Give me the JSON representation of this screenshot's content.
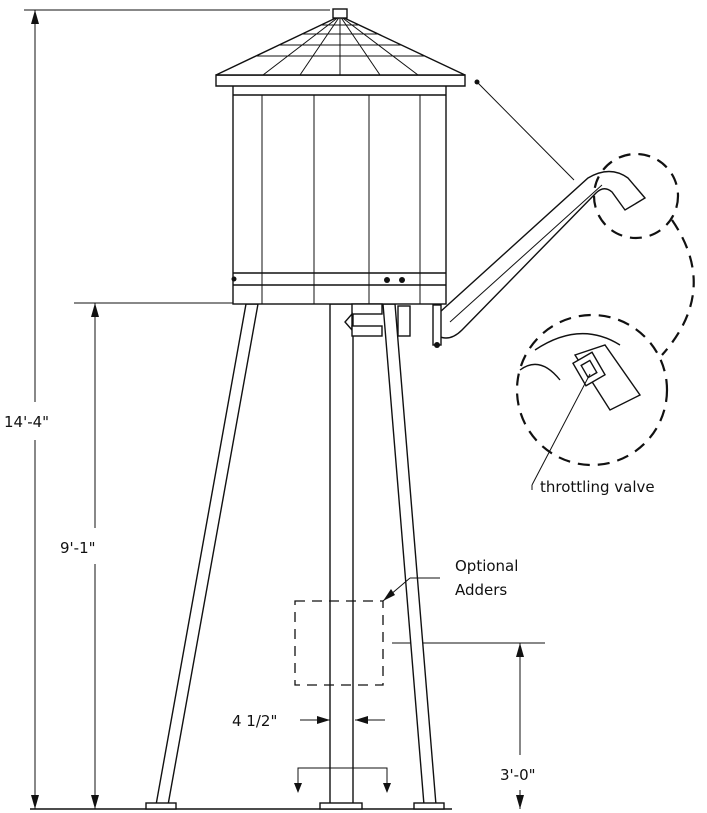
{
  "dimensions": {
    "overall_height": "14'-4\"",
    "leg_height": "9'-1\"",
    "adder_height": "3'-0\"",
    "pipe_diameter": "4 1/2\""
  },
  "callouts": {
    "throttling_valve": "throttling valve",
    "optional_adders_line1": "Optional",
    "optional_adders_line2": "Adders"
  }
}
